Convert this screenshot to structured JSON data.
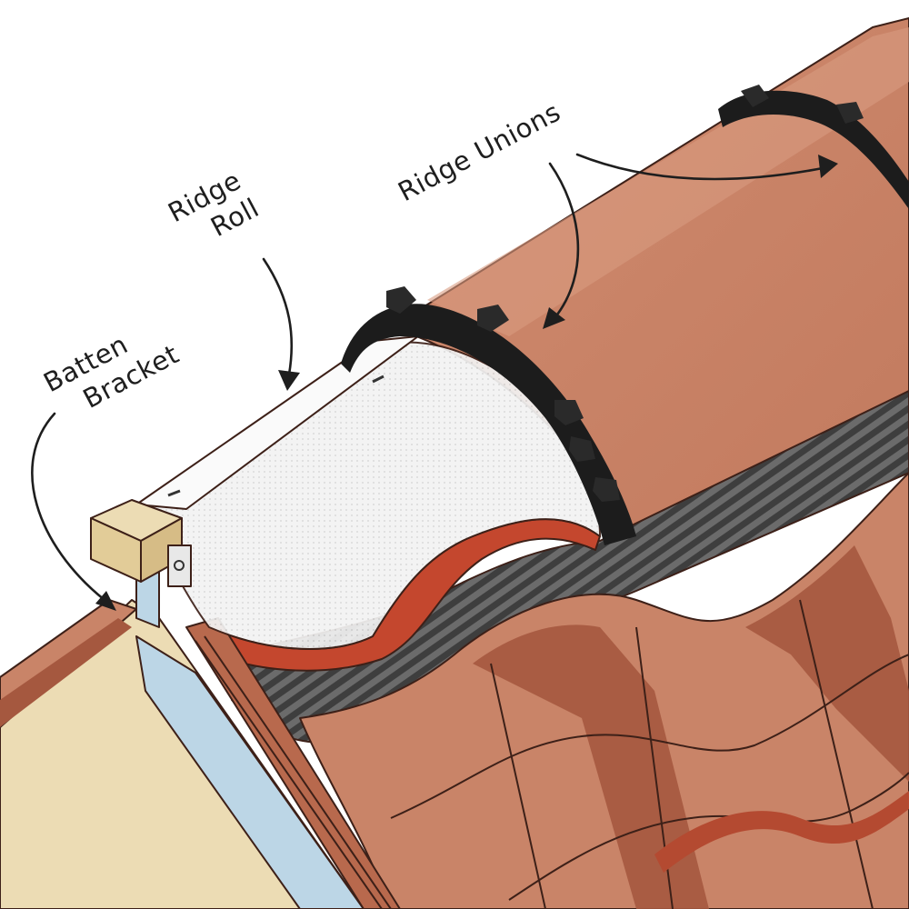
{
  "labels": {
    "batten_bracket": [
      "Batten",
      "Bracket"
    ],
    "ridge_roll": [
      "Ridge",
      "Roll"
    ],
    "ridge_unions": "Ridge Unions"
  },
  "colors": {
    "tile": "#c98468",
    "tile_shadow": "#a5583f",
    "tile_light": "#d79a7d",
    "tile_deep": "#8e4732",
    "red_underlay": "#c4472e",
    "union_black": "#1c1c1c",
    "roll_mesh": "#eeeeee",
    "timber": "#ecdcb4",
    "membrane": "#bcd6e6",
    "stripes": "#555555",
    "ink": "#1e1e1e"
  },
  "icons": [
    "arrow-pointer-icon",
    "bolt-hole-icon",
    "union-clip-icon"
  ]
}
